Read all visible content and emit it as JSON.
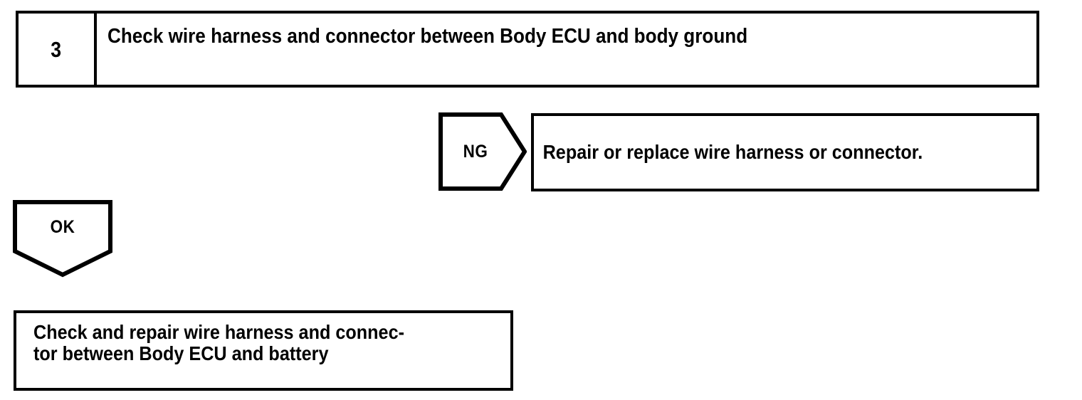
{
  "document": {
    "type": "troubleshooting-flow-chart",
    "background_color": "#ffffff",
    "line_color": "#000000"
  },
  "step": {
    "number": "3",
    "instruction": "Check wire harness and connector between Body ECU and body ground"
  },
  "branches": {
    "ng": {
      "label": "NG",
      "action": "Repair or replace wire harness or connector."
    },
    "ok": {
      "label": "OK",
      "action_line_1": "Check and repair wire harness and connec-",
      "action_line_2": "tor between Body ECU and battery",
      "action_full": "Check and repair wire harness and connector between Body ECU and battery"
    }
  }
}
